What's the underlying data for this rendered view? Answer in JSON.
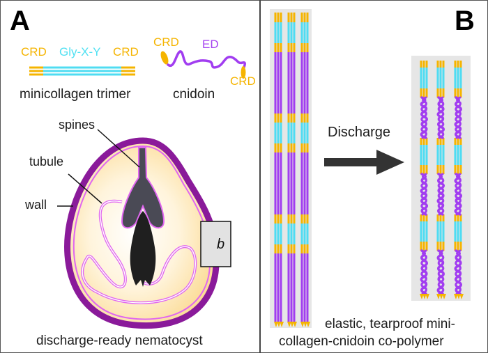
{
  "panels": [
    {
      "letter": "A"
    },
    {
      "letter": "B"
    }
  ],
  "panel_a": {
    "minicollagen": {
      "left_domain": "CRD",
      "middle_domain": "Gly-X-Y",
      "right_domain": "CRD",
      "caption": "minicollagen trimer"
    },
    "cnidoin": {
      "top_domain": "CRD",
      "middle_domain": "ED",
      "bottom_domain": "CRD",
      "caption": "cnidoin"
    },
    "nematocyst": {
      "labels": [
        "spines",
        "tubule",
        "wall"
      ],
      "inset_label": "b",
      "caption": "discharge-ready nematocyst"
    }
  },
  "panel_b": {
    "arrow_label": "Discharge",
    "caption_line1": "elastic, tearproof mini-",
    "caption_line2": "collagen-cnidoin  co-polymer"
  },
  "colors": {
    "crd": "#f5b400",
    "collagen": "#4fdcf2",
    "cnidoin": "#a13df0",
    "wall": "#8a1a9a",
    "tubule": "#e066f0",
    "capsule_fill": "#fde6b3",
    "fiber_bg": "#e6e6e6",
    "arrow": "#333333"
  }
}
